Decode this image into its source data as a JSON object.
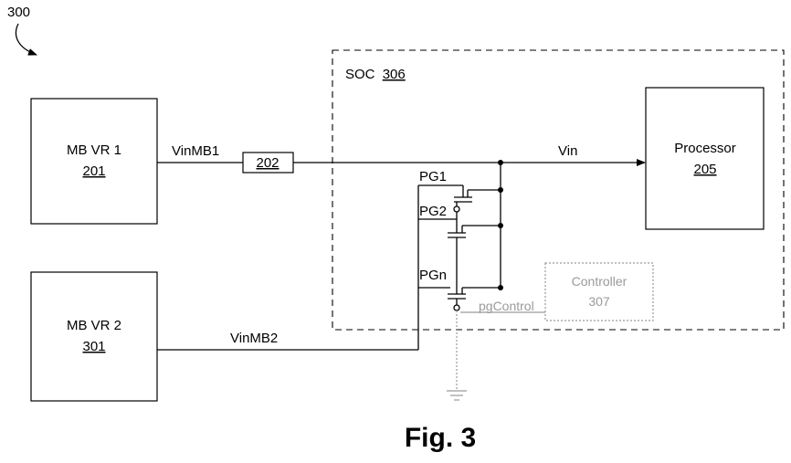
{
  "figure": {
    "number": "300",
    "caption": "Fig. 3"
  },
  "soc": {
    "label": "SOC",
    "ref": "306"
  },
  "mbvr1": {
    "label": "MB VR 1",
    "ref": "201"
  },
  "mbvr2": {
    "label": "MB VR 2",
    "ref": "301"
  },
  "block202": {
    "ref": "202"
  },
  "processor": {
    "label": "Processor",
    "ref": "205"
  },
  "controller": {
    "label": "Controller",
    "ref": "307"
  },
  "signals": {
    "vinmb1": "VinMB1",
    "vinmb2": "VinMB2",
    "vin": "Vin",
    "pg1": "PG1",
    "pg2": "PG2",
    "pgn": "PGn",
    "pgcontrol": "pgControl"
  }
}
